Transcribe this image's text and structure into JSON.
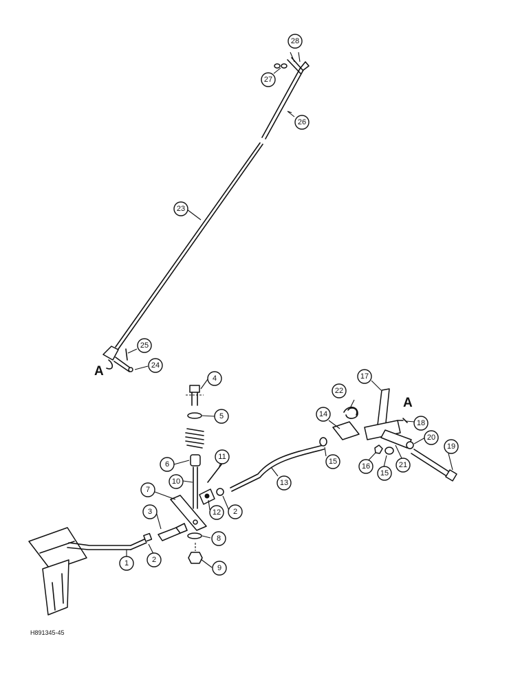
{
  "figure_id": "H891345-45",
  "reference_letters": [
    "A",
    "A"
  ],
  "callouts": [
    "1",
    "2",
    "2",
    "3",
    "4",
    "5",
    "6",
    "7",
    "8",
    "9",
    "10",
    "11",
    "12",
    "13",
    "14",
    "15",
    "15",
    "16",
    "17",
    "18",
    "19",
    "20",
    "21",
    "22",
    "23",
    "24",
    "25",
    "26",
    "27",
    "28"
  ]
}
